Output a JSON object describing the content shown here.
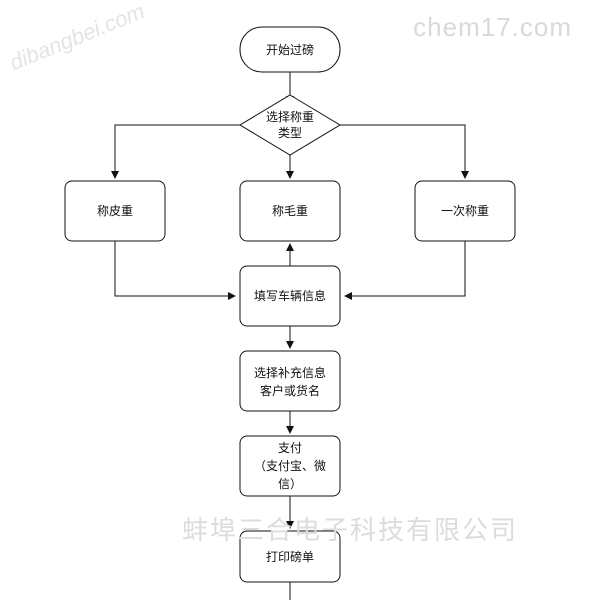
{
  "watermarks": {
    "top_right": "chem17.com",
    "top_left": "dibangbei.com",
    "bottom": "蚌埠三合电子科技有限公司"
  },
  "flowchart": {
    "start": "开始过磅",
    "decision": [
      "选择称重",
      "类型"
    ],
    "weigh_tare": "称皮重",
    "weigh_gross": "称毛重",
    "weigh_once": "一次称重",
    "fill_vehicle": "填写车辆信息",
    "supplement": [
      "选择补充信息",
      "客户或货名"
    ],
    "pay": [
      "支付",
      "（支付宝、微",
      "信）"
    ],
    "print": "打印磅单"
  },
  "colors": {
    "line": "#111111",
    "node_fill": "#ffffff",
    "node_stroke": "#111111"
  }
}
